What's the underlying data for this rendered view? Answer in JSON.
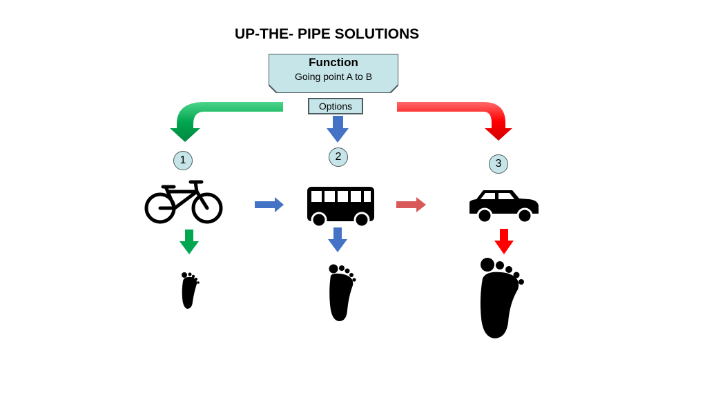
{
  "title": "UP-THE- PIPE SOLUTIONS",
  "function_box": {
    "title": "Function",
    "subtitle": "Going point A to B"
  },
  "options_label": "Options",
  "options": [
    {
      "number": "1",
      "vehicle": "bicycle-icon",
      "arrow_color": "#00a650"
    },
    {
      "number": "2",
      "vehicle": "bus-icon",
      "arrow_color": "#4472c4"
    },
    {
      "number": "3",
      "vehicle": "car-icon",
      "arrow_color": "#ff0000"
    }
  ],
  "colors": {
    "box_fill": "#c6e5e8",
    "box_border": "#4a5a5e",
    "green": "#00a650",
    "blue": "#4472c4",
    "red": "#ff0000",
    "faded_red": "#d9595a"
  }
}
